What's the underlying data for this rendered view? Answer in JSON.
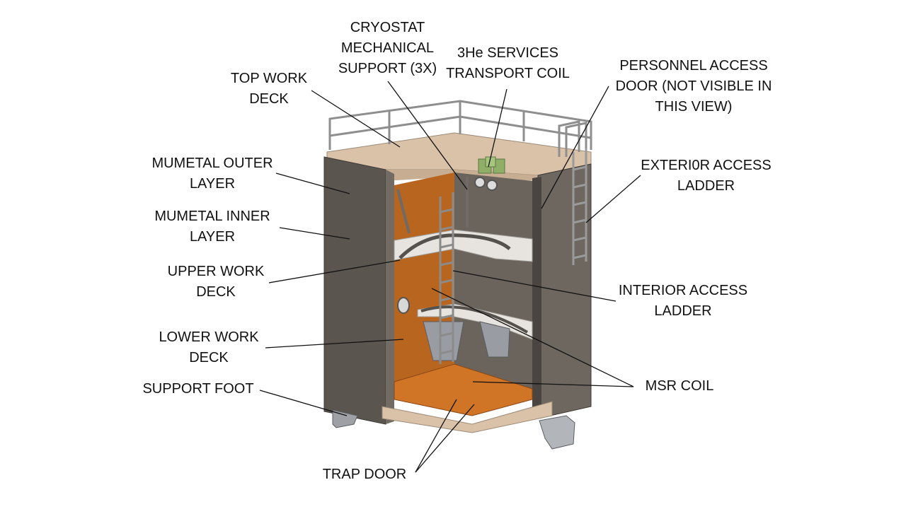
{
  "labels": {
    "cryostat_support": "CRYOSTAT\nMECHANICAL\nSUPPORT (3X)",
    "he3_services": "3He SERVICES\nTRANSPORT COIL",
    "personnel_door": "PERSONNEL ACCESS\nDOOR (NOT VISIBLE IN\nTHIS VIEW)",
    "top_work_deck": "TOP WORK\nDECK",
    "mumetal_outer": "MUMETAL OUTER\nLAYER",
    "mumetal_inner": "MUMETAL INNER\nLAYER",
    "upper_work_deck": "UPPER WORK\nDECK",
    "lower_work_deck": "LOWER WORK\nDECK",
    "support_foot": "SUPPORT FOOT",
    "exterior_ladder": "EXTERI0R ACCESS\nLADDER",
    "interior_ladder": "INTERIOR ACCESS\nLADDER",
    "msr_coil": "MSR COIL",
    "trap_door": "TRAP DOOR"
  },
  "colors": {
    "wall": "#5a554f",
    "wall_dark": "#3e3a35",
    "copper": "#b8651f",
    "copper_dark": "#8a4614",
    "sand": "#d9c2a8",
    "deck": "#e7e4df",
    "rail": "#8e8e8e",
    "green_coil": "#8fae68"
  }
}
